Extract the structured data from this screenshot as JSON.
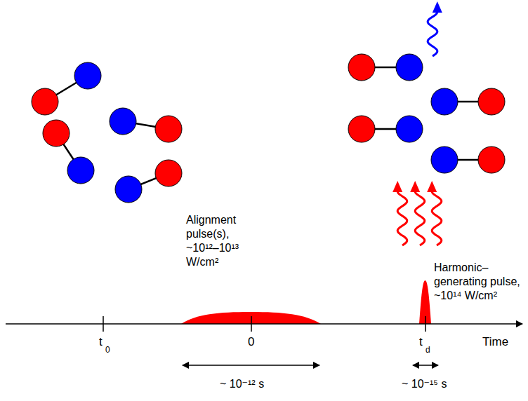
{
  "diagram": {
    "labels": [
      "Alignment pulse(s), ~10¹²–10¹³ W/cm²",
      "Harmonic– generating pulse, ~10¹⁴ W/cm²",
      "t",
      "0",
      "0",
      "t",
      "d",
      "Time",
      "~ 10⁻¹² s",
      "~ 10⁻¹⁵ s"
    ]
  }
}
